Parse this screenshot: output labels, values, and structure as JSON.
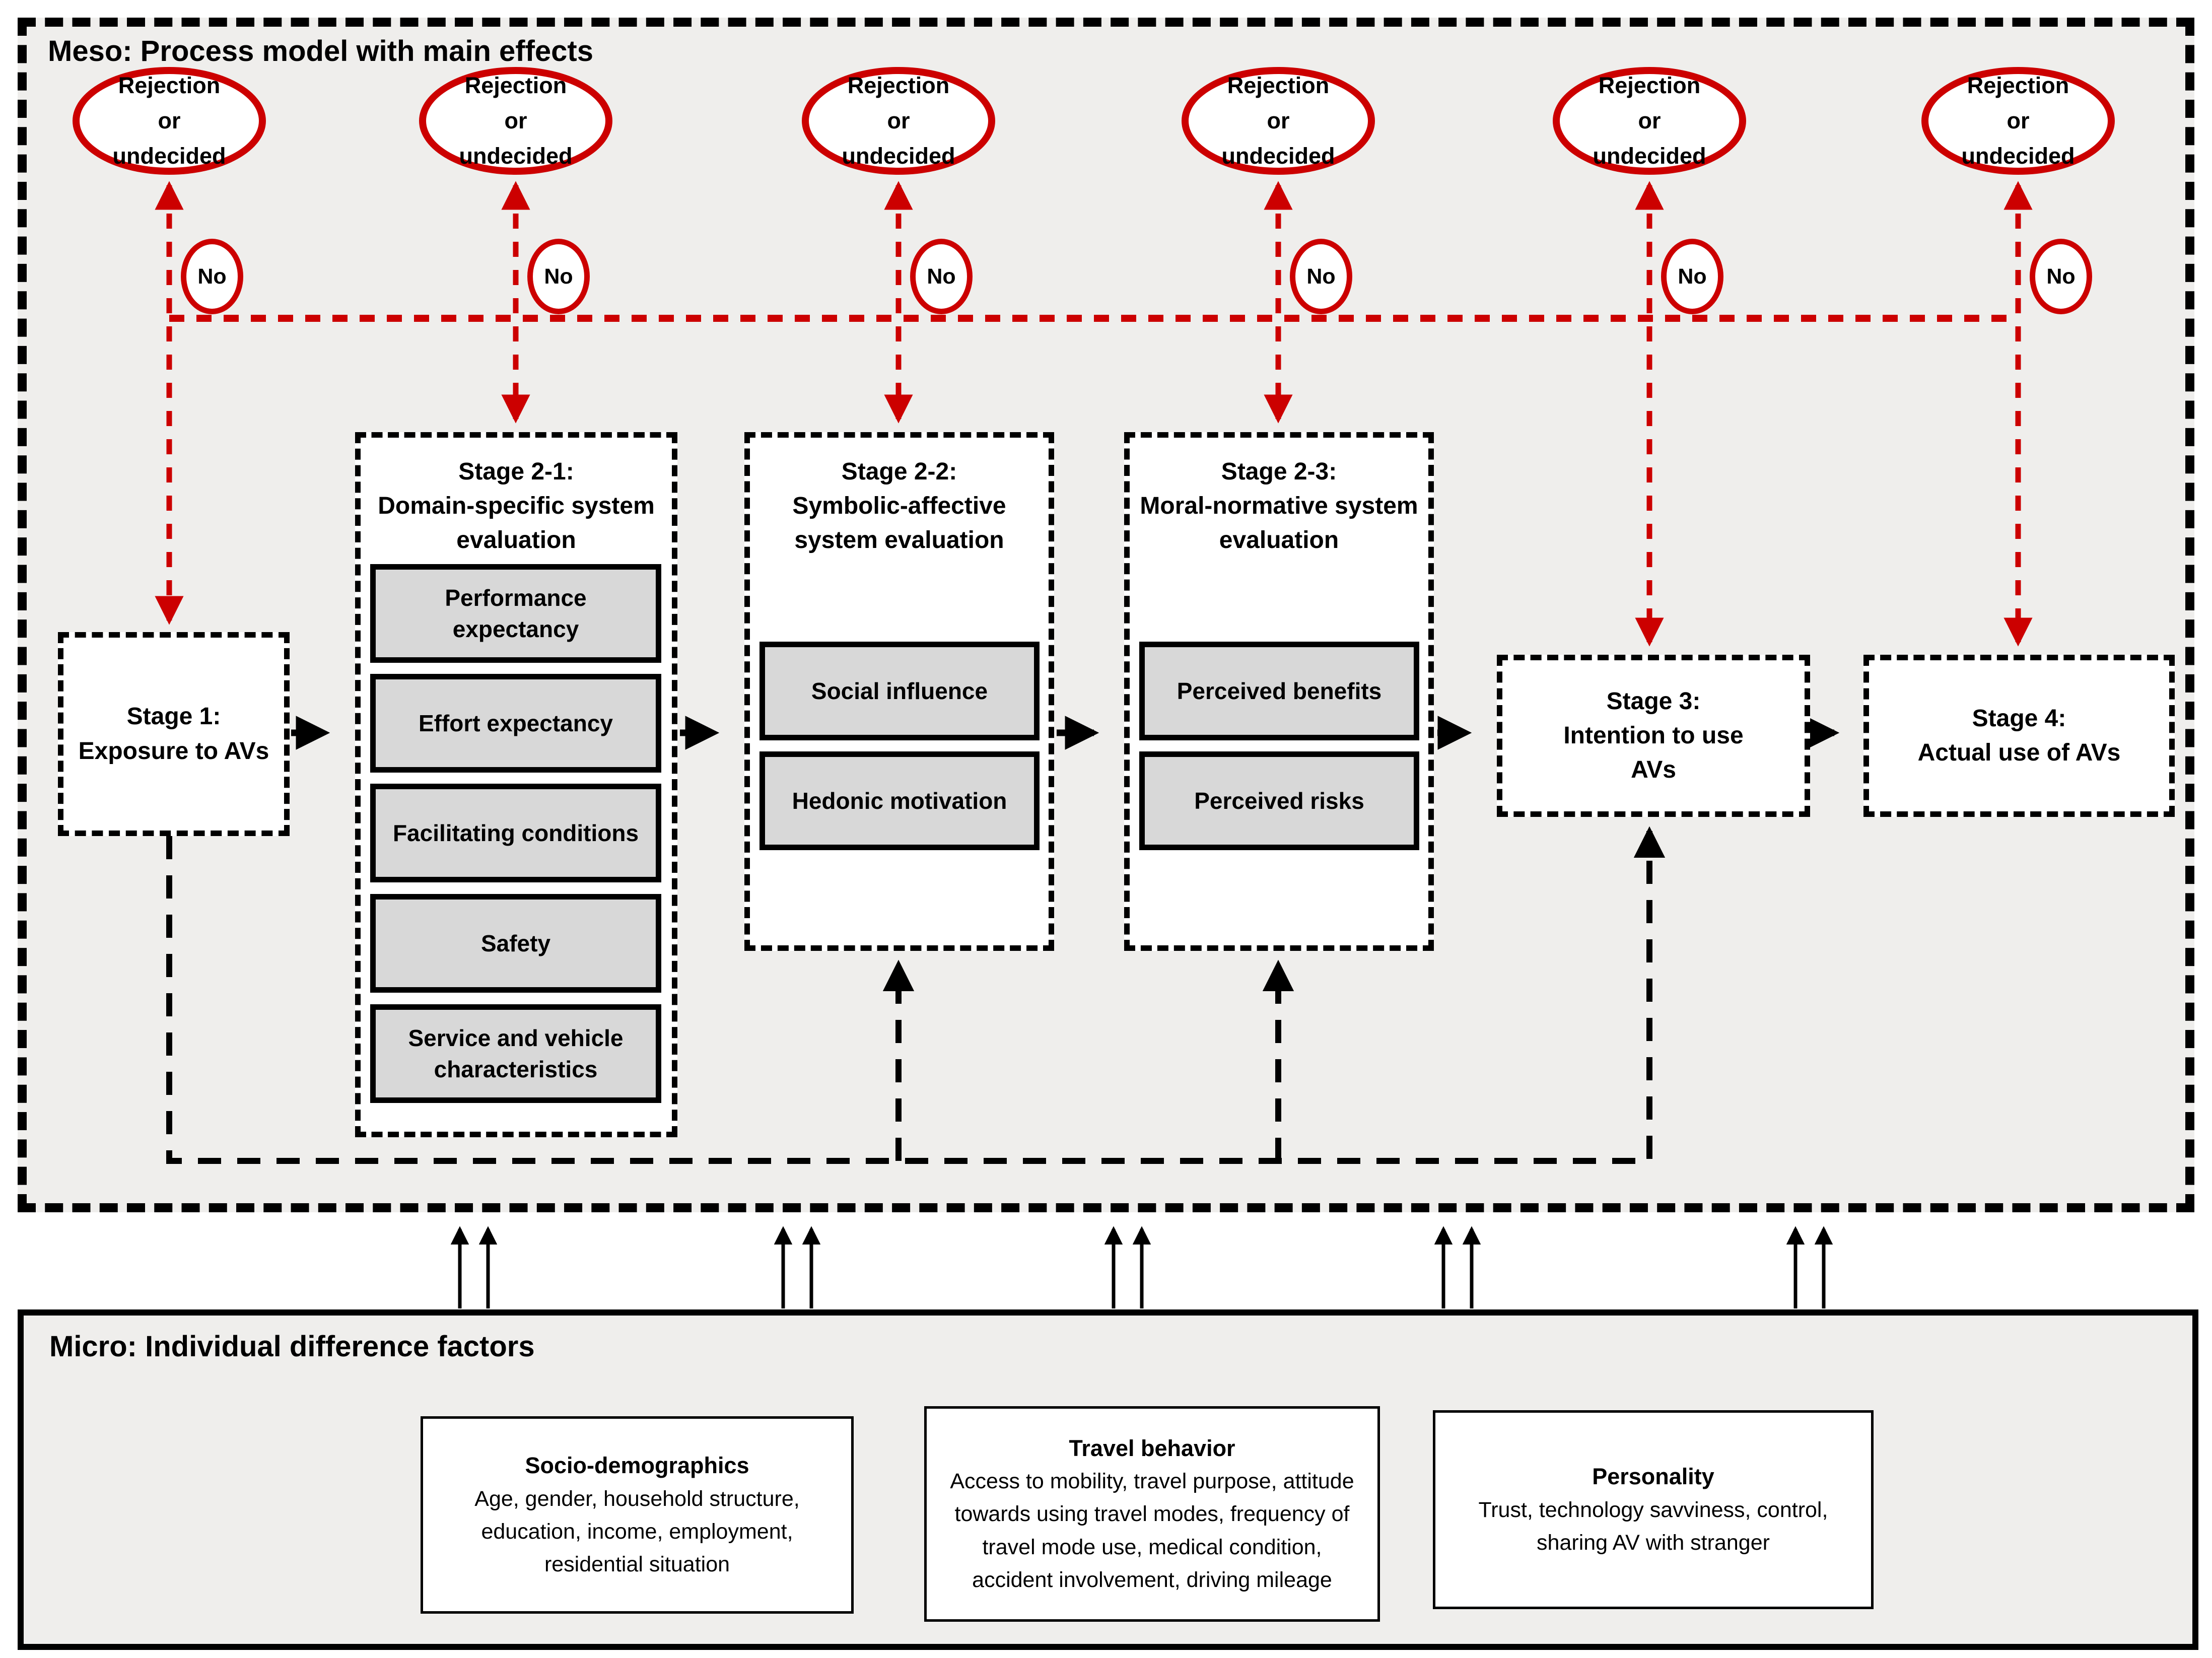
{
  "colors": {
    "accent_red": "#cc0000",
    "line_black": "#000000",
    "panel_bg": "#efeeec",
    "factor_bg": "#d8d8d8",
    "box_bg": "#ffffff"
  },
  "meso": {
    "title": "Meso: Process model with main effects",
    "rejection_label": "Rejection or undecided",
    "no_label": "No",
    "stages": {
      "stage1": {
        "label": "Stage 1:",
        "name": "Exposure to AVs"
      },
      "stage2_1": {
        "label": "Stage 2-1:",
        "name": "Domain-specific system evaluation",
        "factors": [
          "Performance expectancy",
          "Effort expectancy",
          "Facilitating conditions",
          "Safety",
          "Service and vehicle characteristics"
        ]
      },
      "stage2_2": {
        "label": "Stage 2-2:",
        "name": "Symbolic-affective system evaluation",
        "factors": [
          "Social influence",
          "Hedonic motivation"
        ]
      },
      "stage2_3": {
        "label": "Stage 2-3:",
        "name": "Moral-normative system evaluation",
        "factors": [
          "Perceived benefits",
          "Perceived risks"
        ]
      },
      "stage3": {
        "label": "Stage 3:",
        "name": "Intention to use AVs"
      },
      "stage4": {
        "label": "Stage 4:",
        "name": "Actual use of AVs"
      }
    }
  },
  "micro": {
    "title": "Micro: Individual difference factors",
    "boxes": [
      {
        "title": "Socio-demographics",
        "body": "Age, gender, household structure, education, income, employment, residential situation"
      },
      {
        "title": "Travel behavior",
        "body": "Access to mobility, travel purpose, attitude towards using travel modes, frequency of travel mode use, medical condition, accident involvement, driving mileage"
      },
      {
        "title": "Personality",
        "body": "Trust, technology savviness, control, sharing AV with stranger"
      }
    ]
  }
}
